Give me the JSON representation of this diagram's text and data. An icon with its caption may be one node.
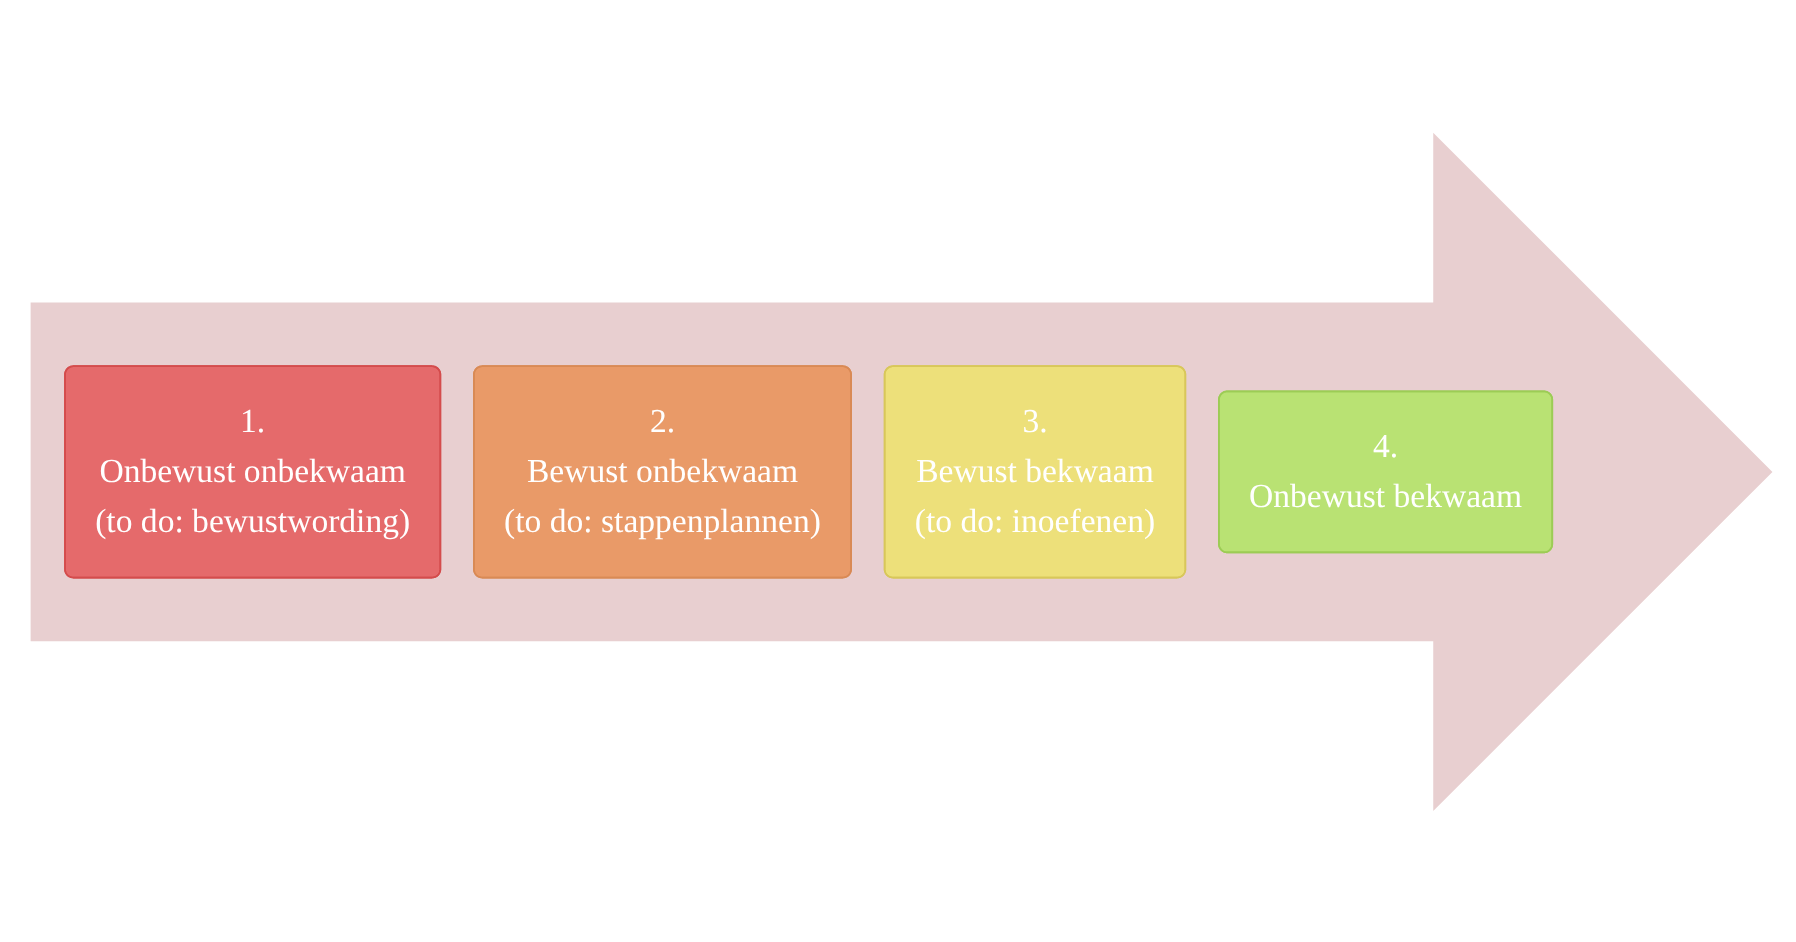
{
  "diagram": {
    "nodes": [
      {
        "text": [],
        "shape": "arrow"
      },
      {
        "text": [
          "1.",
          "Onbewust onbekwaam",
          "(to do: bewustwording)"
        ],
        "in": 0
      },
      {
        "text": [
          "2.",
          "Bewust onbekwaam",
          "(to do: stappenplannen)"
        ],
        "in": 0
      },
      {
        "text": [
          "3.",
          "Bewust bekwaam",
          "(to do: inoefenen)"
        ],
        "in": 0
      },
      {
        "text": [
          "4.",
          "Onbewust bekwaam"
        ],
        "in": 0
      }
    ],
    "edges": []
  }
}
